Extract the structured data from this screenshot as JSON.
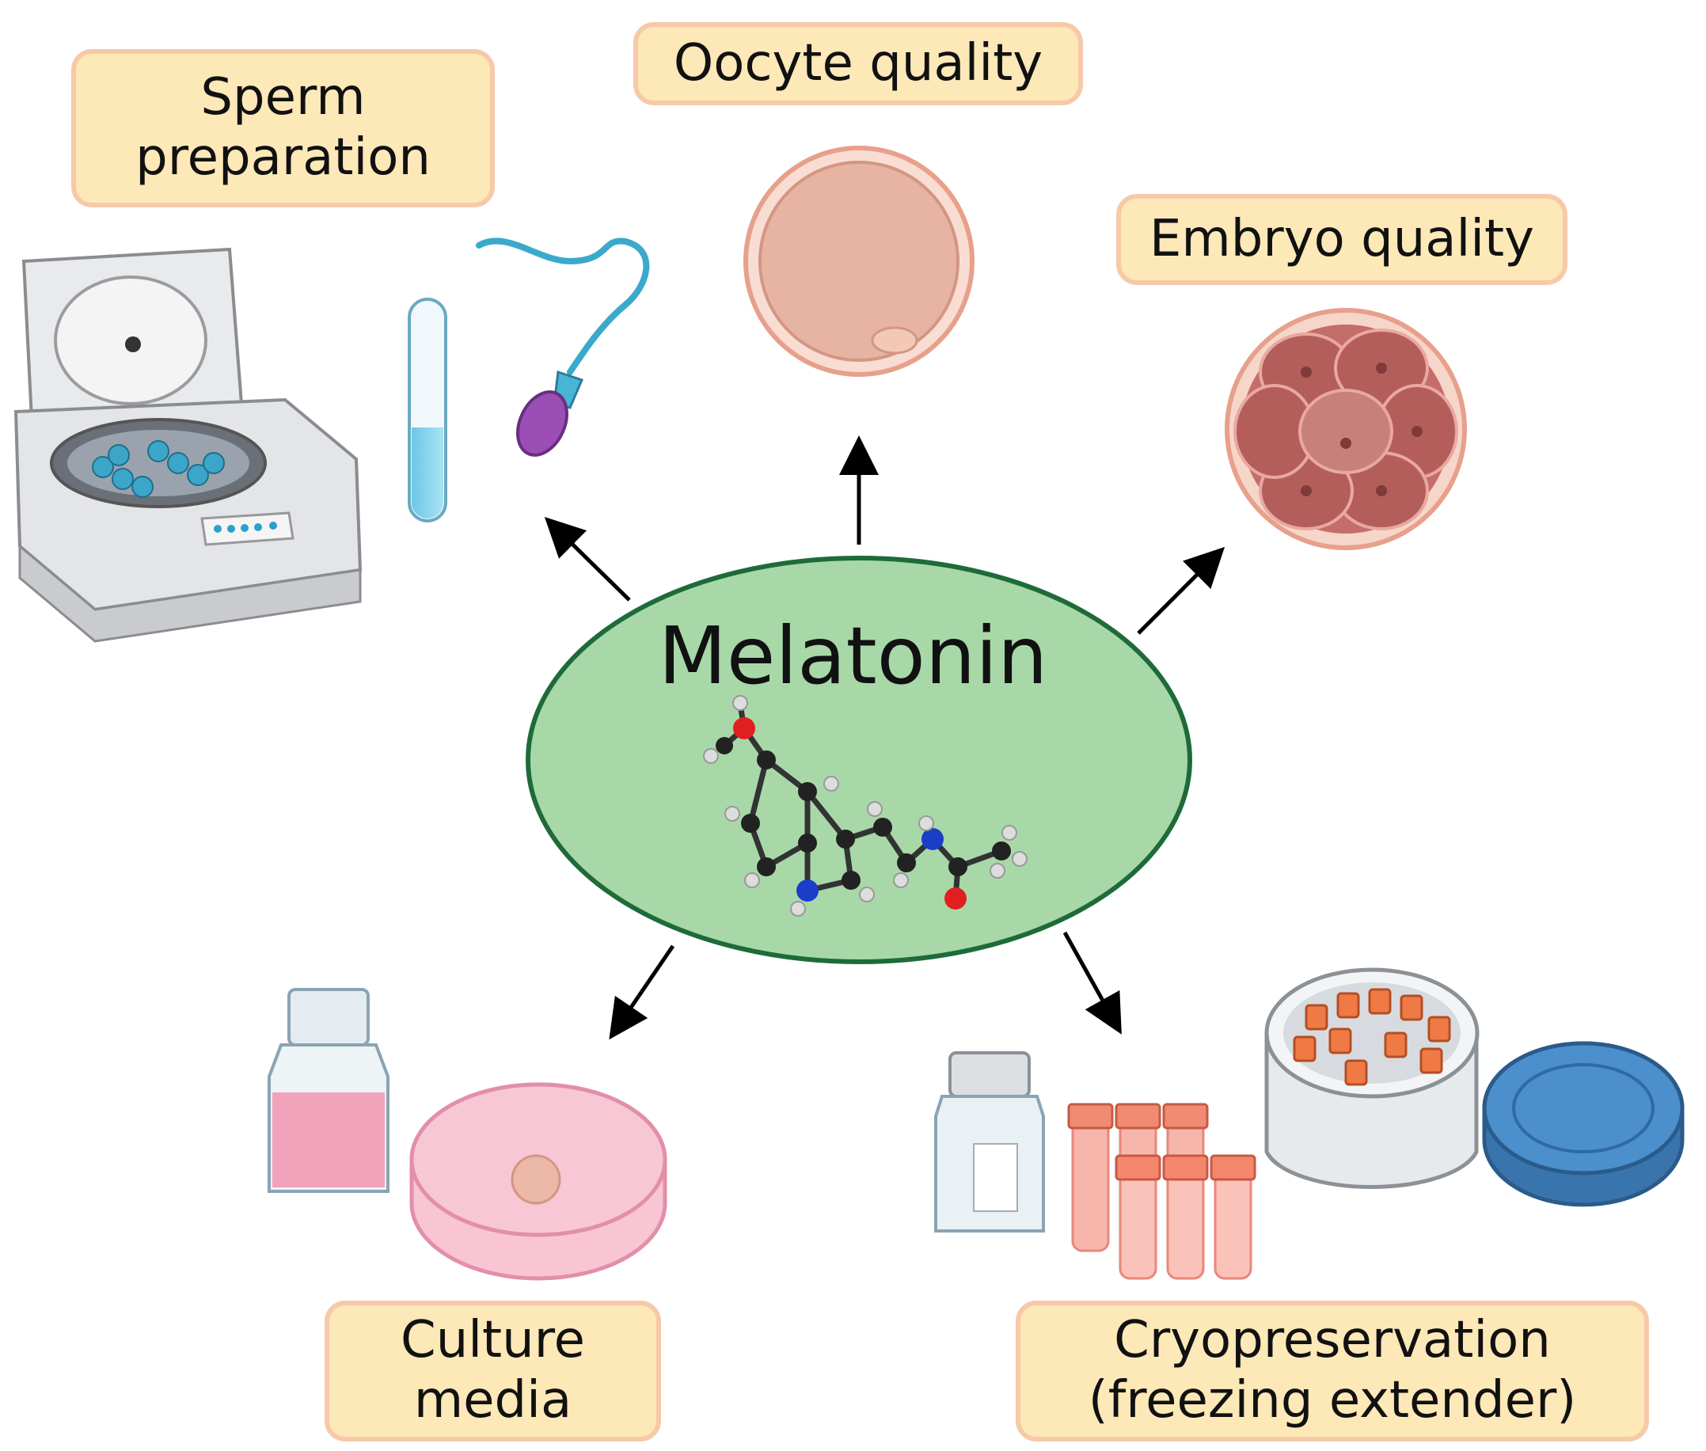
{
  "center": {
    "title": "Melatonin"
  },
  "labels": {
    "sperm": [
      "Sperm",
      "preparation"
    ],
    "oocyte": [
      "Oocyte quality"
    ],
    "embryo": [
      "Embryo quality"
    ],
    "culture": [
      "Culture",
      "media"
    ],
    "cryo": [
      "Cryopreservation",
      "(freezing extender)"
    ]
  },
  "icons": [
    "centrifuge-icon",
    "test-tube-icon",
    "sperm-cell-icon",
    "oocyte-icon",
    "embryo-icon",
    "melatonin-molecule-icon",
    "media-bottle-icon",
    "petri-dish-icon",
    "cryo-vial-rack-icon",
    "cryo-canister-icon"
  ],
  "colors": {
    "ellipse_fill": "#a8d8a8",
    "ellipse_stroke": "#1e6b3a",
    "label_fill": "#fde8b8",
    "label_border": "#f7c9a8"
  }
}
